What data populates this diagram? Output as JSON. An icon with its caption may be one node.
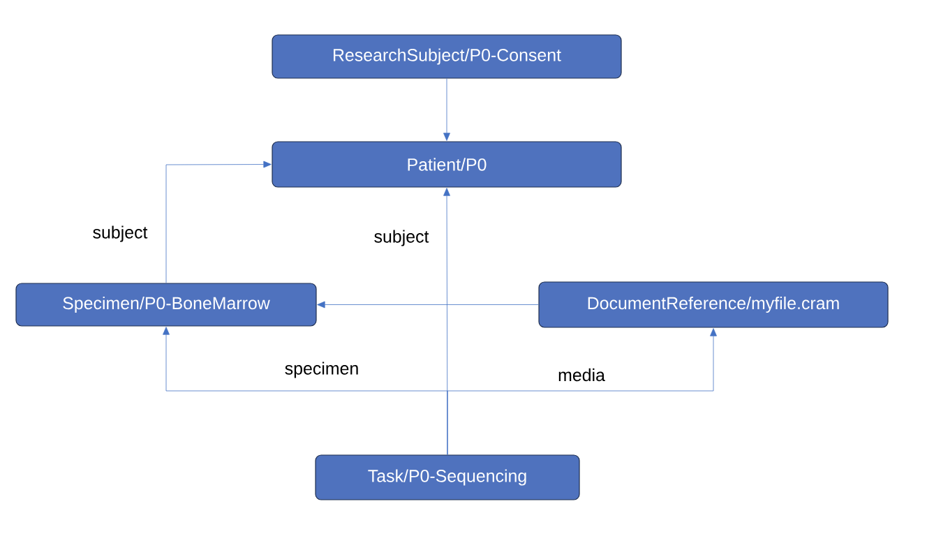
{
  "diagram": {
    "nodes": [
      {
        "text": [
          "ResearchSubject/P0-Consent"
        ]
      },
      {
        "text": [
          "Patient/P0"
        ]
      },
      {
        "text": [
          "Specimen/P0-BoneMarrow"
        ]
      },
      {
        "text": [
          "DocumentReference/myfile.cram"
        ]
      },
      {
        "text": [
          "Task/P0-Sequencing"
        ]
      }
    ],
    "edges": [
      {
        "from": 0,
        "to": 1,
        "arrow": "to"
      },
      {
        "from": 2,
        "to": 1,
        "arrow": "to",
        "label": "subject"
      },
      {
        "from": 4,
        "to": 1,
        "arrow": "to",
        "label": "subject"
      },
      {
        "from": 3,
        "to": 2,
        "arrow": "to"
      },
      {
        "from": 4,
        "to": 2,
        "arrow": "to",
        "label": "specimen"
      },
      {
        "from": 4,
        "to": 3,
        "arrow": "to",
        "label": "media"
      }
    ]
  }
}
